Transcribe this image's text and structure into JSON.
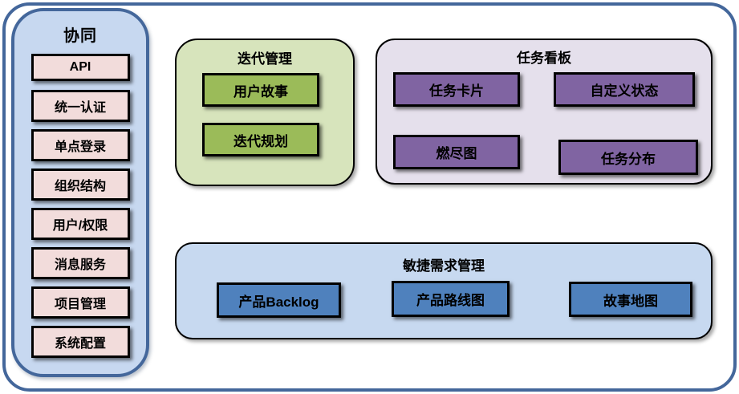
{
  "sidebar": {
    "title": "协同",
    "items": [
      "API",
      "统一认证",
      "单点登录",
      "组织结构",
      "用户/权限",
      "消息服务",
      "项目管理",
      "系统配置"
    ]
  },
  "groups": [
    {
      "id": "iteration-management",
      "title": "迭代管理",
      "items": [
        "用户故事",
        "迭代规划"
      ]
    },
    {
      "id": "task-board",
      "title": "任务看板",
      "items": [
        "任务卡片",
        "自定义状态",
        "燃尽图",
        "任务分布"
      ]
    },
    {
      "id": "agile-requirements",
      "title": "敏捷需求管理",
      "items": [
        "产品Backlog",
        "产品路线图",
        "故事地图"
      ]
    }
  ],
  "colors": {
    "frame_border": "#44679B",
    "sidebar_fill": "#C7D8F0",
    "sidebar_item_fill": "#F2DCDB",
    "green_fill": "#D7E4BC",
    "green_item_fill": "#9BBB59",
    "purple_fill": "#E5E0EC",
    "purple_item_fill": "#8064A2",
    "blue_fill": "#C7D9F0",
    "blue_item_fill": "#4F81BD",
    "box_border": "#000000"
  }
}
